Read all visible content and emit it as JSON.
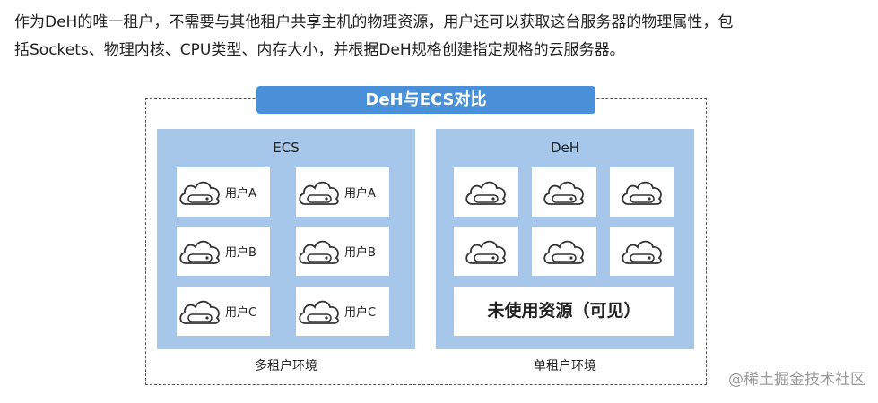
{
  "intro": {
    "line1": "作为DeH的唯一租户，不需要与其他租户共享主机的物理资源，用户还可以获取这台服务器的物理属性，包",
    "line2": "括Sockets、物理内核、CPU类型、内存大小，并根据DeH规格创建指定规格的云服务器。"
  },
  "diagram": {
    "title": "DeH与ECS对比",
    "ecs": {
      "title": "ECS",
      "cards": [
        "用户A",
        "用户A",
        "用户B",
        "用户B",
        "用户C",
        "用户C"
      ],
      "env_label": "多租户环境"
    },
    "deh": {
      "title": "DeH",
      "unused_label": "未使用资源（可见）",
      "env_label": "单租户环境"
    }
  },
  "watermark": "@稀土掘金技术社区",
  "colors": {
    "accent": "#4a90d9",
    "panel": "#a7c7ea"
  }
}
